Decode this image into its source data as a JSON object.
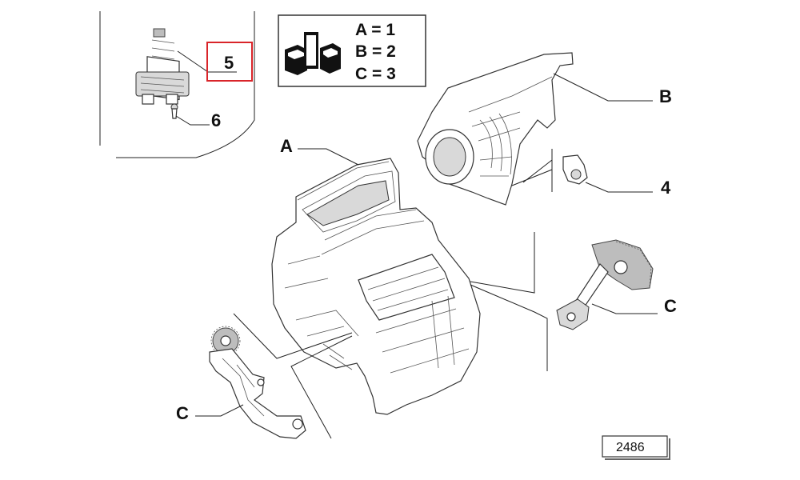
{
  "legend": {
    "lines": [
      "A = 1",
      "B = 2",
      "C = 3"
    ]
  },
  "callouts": {
    "part_5": "5",
    "part_6": "6",
    "part_a": "A",
    "part_b": "B",
    "part_4": "4",
    "part_c_right": "C",
    "part_c_left": "C"
  },
  "reference_number": "2486",
  "colors": {
    "highlight_box": "#d9252a",
    "line": "#222222",
    "background": "#ffffff"
  }
}
